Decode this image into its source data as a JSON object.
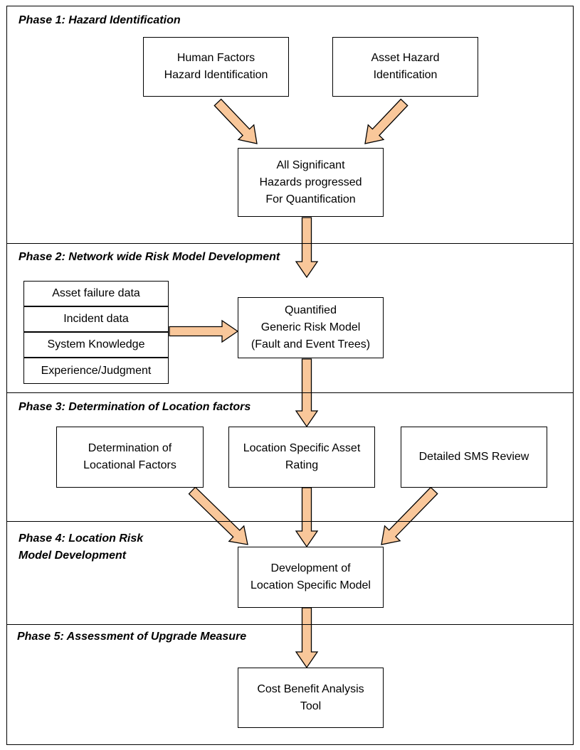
{
  "colors": {
    "arrow_fill": "#f9c79a",
    "arrow_stroke": "#000000",
    "line": "#000000",
    "background": "#ffffff"
  },
  "phases": [
    {
      "title": "Phase 1: Hazard Identification"
    },
    {
      "title": "Phase 2: Network wide Risk Model Development"
    },
    {
      "title": "Phase 3: Determination of Location factors"
    },
    {
      "title_lines": [
        "Phase 4: Location Risk",
        "Model Development"
      ]
    },
    {
      "title": "Phase 5: Assessment of Upgrade Measure"
    }
  ],
  "nodes": {
    "human_factors": [
      "Human Factors",
      "Hazard Identification"
    ],
    "asset_hazard": [
      "Asset Hazard",
      "Identification"
    ],
    "all_significant": [
      "All Significant",
      "Hazards progressed",
      "For Quantification"
    ],
    "quantified_model": [
      "Quantified",
      "Generic Risk Model",
      "(Fault and Event Trees)"
    ],
    "locational_factors": [
      "Determination of",
      "Locational Factors"
    ],
    "asset_rating": [
      "Location Specific Asset",
      "Rating"
    ],
    "sms_review": [
      "Detailed SMS Review"
    ],
    "location_model": [
      "Development of",
      "Location Specific Model"
    ],
    "cost_benefit": [
      "Cost Benefit Analysis",
      "Tool"
    ]
  },
  "data_sources": [
    "Asset failure data",
    "Incident data",
    "System Knowledge",
    "Experience/Judgment"
  ]
}
